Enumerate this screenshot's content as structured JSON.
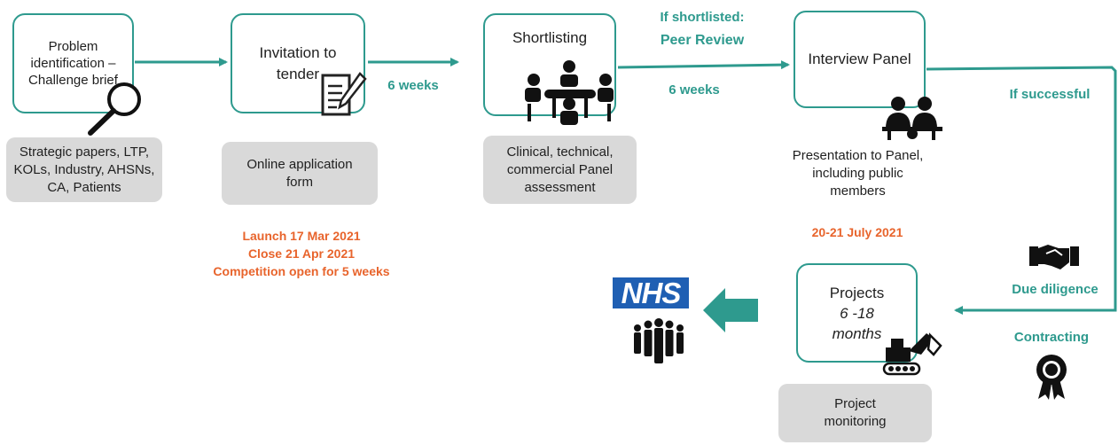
{
  "steps": {
    "problem": "Problem identification – Challenge brief",
    "invitation": "Invitation to tender",
    "shortlisting": "Shortlisting",
    "interview": "Interview Panel",
    "projects_title": "Projects",
    "projects_duration": "6 -18 months"
  },
  "notes": {
    "sources": "Strategic papers, LTP, KOLs, Industry, AHSNs, CA, Patients",
    "online_form": "Online application form",
    "panel_assessment": "Clinical, technical, commercial Panel assessment",
    "presentation": "Presentation to Panel, including public members",
    "monitoring": "Project monitoring"
  },
  "labels": {
    "six_weeks_1": "6 weeks",
    "if_shortlisted": "If shortlisted:",
    "peer_review": "Peer Review",
    "six_weeks_2": "6 weeks",
    "if_successful": "If successful",
    "due_diligence": "Due diligence",
    "contracting": "Contracting"
  },
  "dates": {
    "launch": "Launch 17 Mar 2021",
    "close": "Close 21 Apr 2021",
    "open": "Competition open for 5 weeks",
    "interview": "20-21 July 2021"
  },
  "logo": "NHS",
  "colors": {
    "teal": "#2e9a8e",
    "orange": "#e8642c",
    "note_gray": "#d9d9d9",
    "nhs_blue": "#1f5fb3"
  },
  "icons": [
    "magnifier-icon",
    "document-pen-icon",
    "meeting-table-icon",
    "interview-panel-icon",
    "handshake-icon",
    "excavator-icon",
    "award-ribbon-icon",
    "crowd-icon"
  ]
}
